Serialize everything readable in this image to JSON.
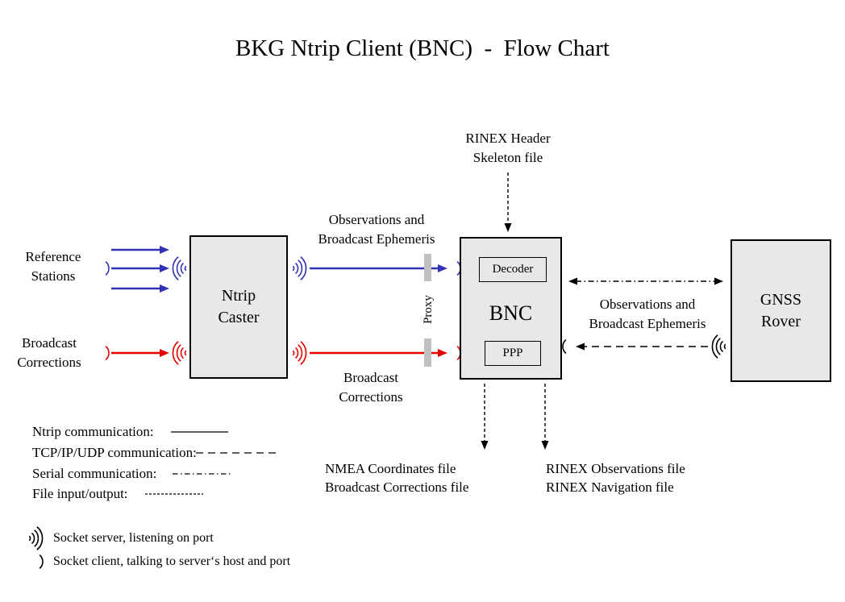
{
  "title": "BKG Ntrip Client (BNC)  -  Flow Chart",
  "boxes": {
    "ntrip_caster": {
      "line1": "Ntrip",
      "line2": "Caster"
    },
    "bnc": {
      "label": "BNC",
      "decoder": "Decoder",
      "ppp": "PPP"
    },
    "gnss_rover": {
      "line1": "GNSS",
      "line2": "Rover"
    }
  },
  "labels": {
    "reference_stations": {
      "line1": "Reference",
      "line2": "Stations"
    },
    "broadcast_corrections_input": {
      "line1": "Broadcast",
      "line2": "Corrections"
    },
    "observations_ephemeris_caster_bnc": {
      "line1": "Observations and",
      "line2": "Broadcast Ephemeris"
    },
    "broadcast_corrections_caster_bnc": {
      "line1": "Broadcast",
      "line2": "Corrections"
    },
    "proxy": "Proxy",
    "rinex_header_skeleton": {
      "line1": "RINEX Header",
      "line2": "Skeleton file"
    },
    "observations_ephemeris_bnc_rover": {
      "line1": "Observations and",
      "line2": "Broadcast Ephemeris"
    },
    "nmea_output": {
      "line1": "NMEA Coordinates file",
      "line2": "Broadcast Corrections file"
    },
    "rinex_output": {
      "line1": "RINEX Observations file",
      "line2": "RINEX Navigation file"
    }
  },
  "legend": {
    "ntrip": "Ntrip communication:",
    "tcp": "TCP/IP/UDP communication:",
    "serial": "Serial communication:",
    "file_io": "File input/output:",
    "socket_server": "Socket server, listening on port",
    "socket_client": "Socket client, talking to server‘s host and port"
  },
  "icons": {
    "socket_server_icon": "radiating-quad-arc",
    "socket_client_icon": "single-arc"
  },
  "colors": {
    "ntrip_blue": "#3232B4",
    "corrections_red": "#E60000",
    "box_fill": "#E8E8E8",
    "proxy_bar": "#C0C0C0",
    "line_black": "#000000"
  }
}
